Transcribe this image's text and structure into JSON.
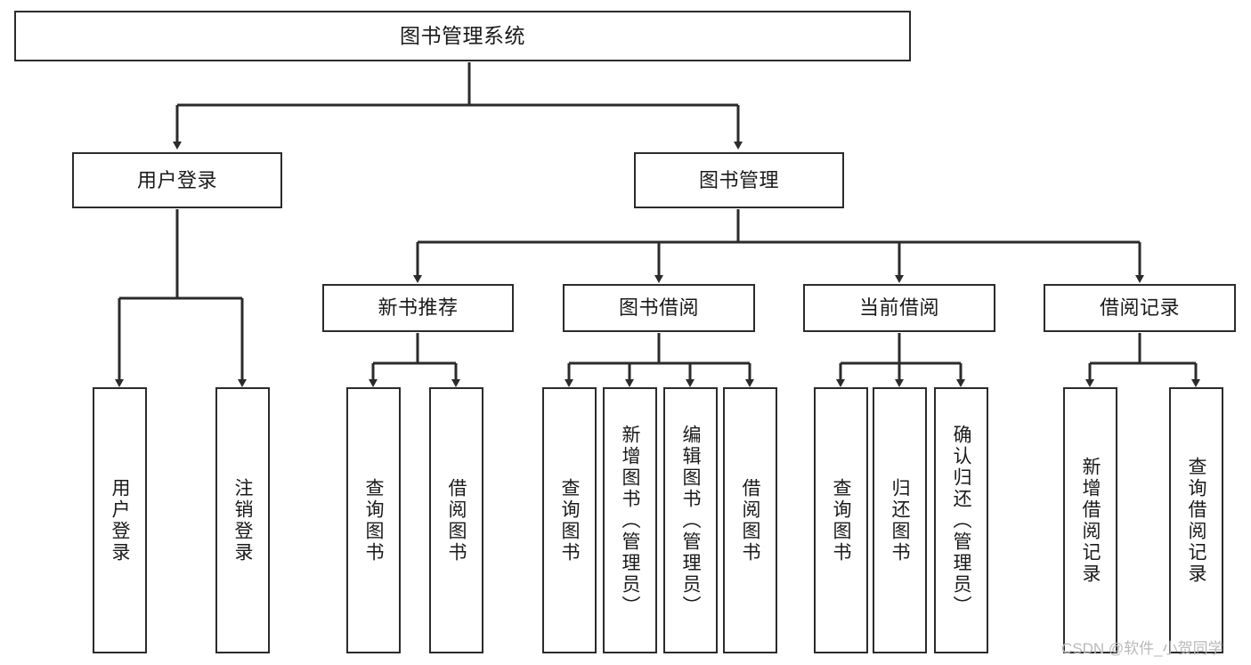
{
  "diagram": {
    "title": "图书管理系统",
    "type": "tree",
    "watermark": "CSDN @软件_小贺同学",
    "colors": {
      "stroke": "#2b2b2b",
      "fill": "#ffffff",
      "text": "#1a1a1a",
      "watermark": "#b9b9b9"
    },
    "nodes": {
      "root": {
        "label": "图书管理系统"
      },
      "level2": [
        {
          "id": "user-login",
          "label": "用户登录"
        },
        {
          "id": "book-management",
          "label": "图书管理"
        }
      ],
      "level3": [
        {
          "id": "new-book-recommend",
          "label": "新书推荐"
        },
        {
          "id": "book-borrow",
          "label": "图书借阅"
        },
        {
          "id": "current-borrow",
          "label": "当前借阅"
        },
        {
          "id": "borrow-record",
          "label": "借阅记录"
        }
      ],
      "leaves": {
        "user-login": [
          {
            "id": "leaf-user-login",
            "label": "用户登录"
          },
          {
            "id": "leaf-logout-login",
            "label": "注销登录"
          }
        ],
        "new-book-recommend": [
          {
            "id": "leaf-query-book-1",
            "label": "查询图书"
          },
          {
            "id": "leaf-borrow-book-1",
            "label": "借阅图书"
          }
        ],
        "book-borrow": [
          {
            "id": "leaf-query-book-2",
            "label": "查询图书"
          },
          {
            "id": "leaf-add-book-admin",
            "label": "新增图书（管理员）"
          },
          {
            "id": "leaf-edit-book-admin",
            "label": "编辑图书（管理员）"
          },
          {
            "id": "leaf-borrow-book-2",
            "label": "借阅图书"
          }
        ],
        "current-borrow": [
          {
            "id": "leaf-query-book-3",
            "label": "查询图书"
          },
          {
            "id": "leaf-return-book",
            "label": "归还图书"
          },
          {
            "id": "leaf-confirm-return-admin",
            "label": "确认归还（管理员）"
          }
        ],
        "borrow-record": [
          {
            "id": "leaf-add-borrow-record",
            "label": "新增借阅记录"
          },
          {
            "id": "leaf-query-borrow-record",
            "label": "查询借阅记录"
          }
        ]
      }
    }
  }
}
